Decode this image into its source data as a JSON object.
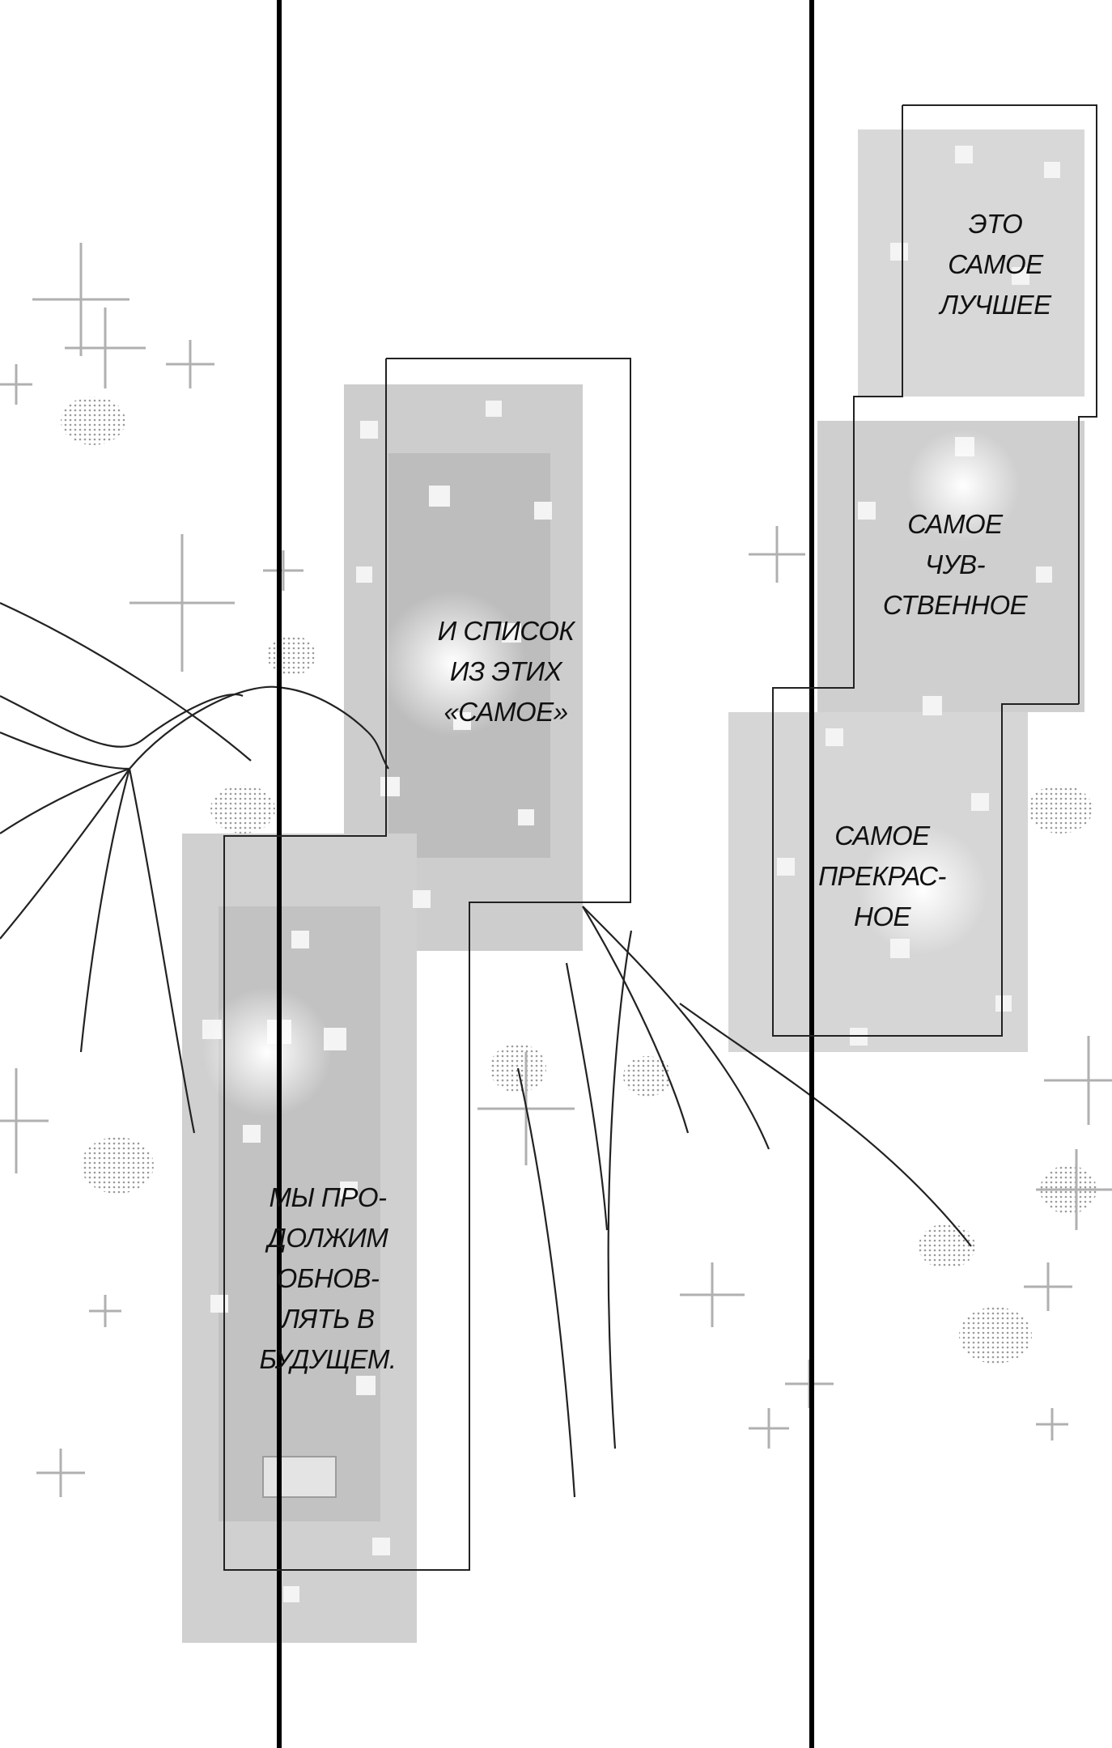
{
  "captions": [
    {
      "id": "best",
      "lines": [
        "ЭТО",
        "САМОЕ",
        "ЛУЧШЕЕ"
      ]
    },
    {
      "id": "sensual",
      "lines": [
        "САМОЕ",
        "ЧУВ-",
        "СТВЕННОЕ"
      ]
    },
    {
      "id": "list",
      "lines": [
        "И СПИСОК",
        "ИЗ ЭТИХ",
        "«САМОЕ»"
      ]
    },
    {
      "id": "beautiful",
      "lines": [
        "САМОЕ",
        "ПРЕКРАС-",
        "НОЕ"
      ]
    },
    {
      "id": "future",
      "lines": [
        "МЫ ПРО-",
        "ДОЛЖИМ",
        "ОБНОВ-",
        "ЛЯТЬ В",
        "БУДУЩЕМ."
      ]
    }
  ],
  "colors": {
    "background": "#ffffff",
    "ink": "#111111",
    "screentone": "#d4d4d4",
    "screentone_dark": "#bfbfbf"
  }
}
